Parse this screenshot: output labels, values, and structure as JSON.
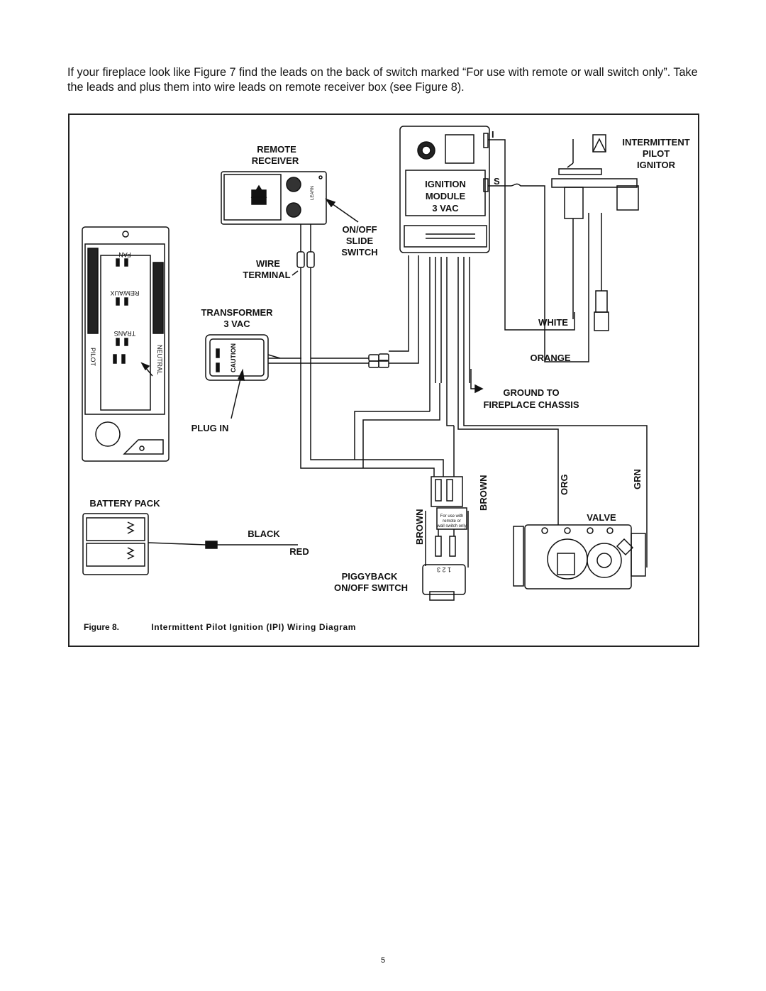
{
  "intro_text": "If your fireplace look like Figure 7 find the leads on the back of switch marked “For use with remote or wall switch only”. Take the leads and plus them into wire leads on remote receiver box (see Figure 8).",
  "labels": {
    "remote_receiver_1": "REMOTE",
    "remote_receiver_2": "RECEIVER",
    "learn": "LEARN",
    "on_off_slide_switch_1": "ON/OFF",
    "on_off_slide_switch_2": "SLIDE",
    "on_off_slide_switch_3": "SWITCH",
    "wire_terminal_1": "WIRE",
    "wire_terminal_2": "TERMINAL",
    "transformer_1": "TRANSFORMER",
    "transformer_2": "3 VAC",
    "caution": "CAUTION",
    "plug_in": "PLUG IN",
    "battery_pack": "BATTERY PACK",
    "black": "BLACK",
    "red": "RED",
    "piggyback_1": "PIGGYBACK",
    "piggyback_2": "ON/OFF SWITCH",
    "ignition_module_1": "IGNITION",
    "ignition_module_2": "MODULE",
    "ignition_module_3": "3 VAC",
    "terminal_i": "I",
    "terminal_s": "S",
    "ipi_1": "INTERMITTENT",
    "ipi_2": "PILOT",
    "ipi_3": "IGNITOR",
    "white": "WHITE",
    "orange": "ORANGE",
    "ground_1": "GROUND TO",
    "ground_2": "FIREPLACE CHASSIS",
    "brown_left": "BROWN",
    "brown_right": "BROWN",
    "org": "ORG",
    "grn": "GRN",
    "valve": "VALVE",
    "for_use_1": "For use with",
    "for_use_2": "remote or",
    "for_use_3": "wall switch only",
    "switch_numbers": "1 2 3",
    "panel_fan": "FAN",
    "panel_remaux": "REM/AUX",
    "panel_trans": "TRANS",
    "panel_pilot": "PILOT",
    "panel_neutral": "NEUTRAL"
  },
  "caption": {
    "figure": "Figure 8.",
    "title": "Intermittent Pilot Ignition (IPI) Wiring Diagram"
  },
  "page_number": "5"
}
